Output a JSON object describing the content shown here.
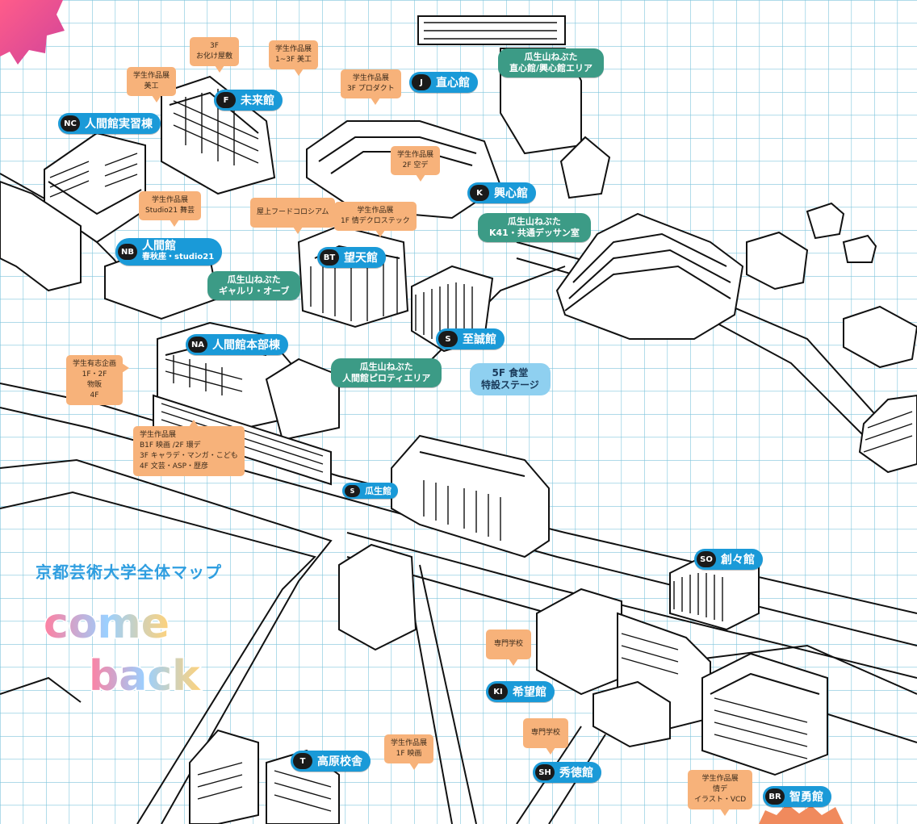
{
  "map_title": "京都芸術大学全体マップ",
  "logo": {
    "line1": "come",
    "line2": "back"
  },
  "buildings": [
    {
      "code": "NC",
      "name": "人間館実習棟"
    },
    {
      "code": "F",
      "name": "未来館"
    },
    {
      "code": "J",
      "name": "直心館"
    },
    {
      "code": "K",
      "name": "興心館"
    },
    {
      "code": "NB",
      "name": "人間館",
      "sub": "春秋座・studio21"
    },
    {
      "code": "BT",
      "name": "望天館"
    },
    {
      "code": "S",
      "name": "至誠館"
    },
    {
      "code": "NA",
      "name": "人間館本部棟"
    },
    {
      "code": "S",
      "name": "瓜生館"
    },
    {
      "code": "SO",
      "name": "創々館"
    },
    {
      "code": "KI",
      "name": "希望館"
    },
    {
      "code": "SH",
      "name": "秀徳館"
    },
    {
      "code": "T",
      "name": "高原校舎"
    },
    {
      "code": "BR",
      "name": "智勇館"
    }
  ],
  "nebuta_areas": [
    "瓜生山ねぶた\n直心館/興心館エリア",
    "瓜生山ねぶた\nK41・共通デッサン室",
    "瓜生山ねぶた\nギャルリ・オーブ",
    "瓜生山ねぶた\n人間館ピロティエリア"
  ],
  "notes": [
    "3F\nお化け屋敷",
    "学生作品展\n1~3F 美工",
    "学生作品展\n美工",
    "学生作品展\n3F プロダクト",
    "学生作品展\n2F 空デ",
    "学生作品展\nStudio21 舞芸",
    "屋上フードコロシアム",
    "学生作品展\n1F 情デクロステック",
    "学生有志企画\n1F・2F\n物販\n4F",
    "学生作品展\nB1F 映画 /2F 環デ\n3F キャラデ・マンガ・こども\n4F 文芸・ASP・歴彦",
    "専門学校",
    "専門学校",
    "学生作品展\n1F 映画",
    "学生作品展\n情デ\nイラスト・VCD"
  ],
  "stage": "5F 食堂\n特設ステージ",
  "colors": {
    "grid": "#7fc4dc",
    "building_label": "#1a9ad8",
    "nebuta": "#3c9b86",
    "note": "#f7b27a",
    "stage": "#8fd0f0",
    "title": "#2f9ee0"
  }
}
